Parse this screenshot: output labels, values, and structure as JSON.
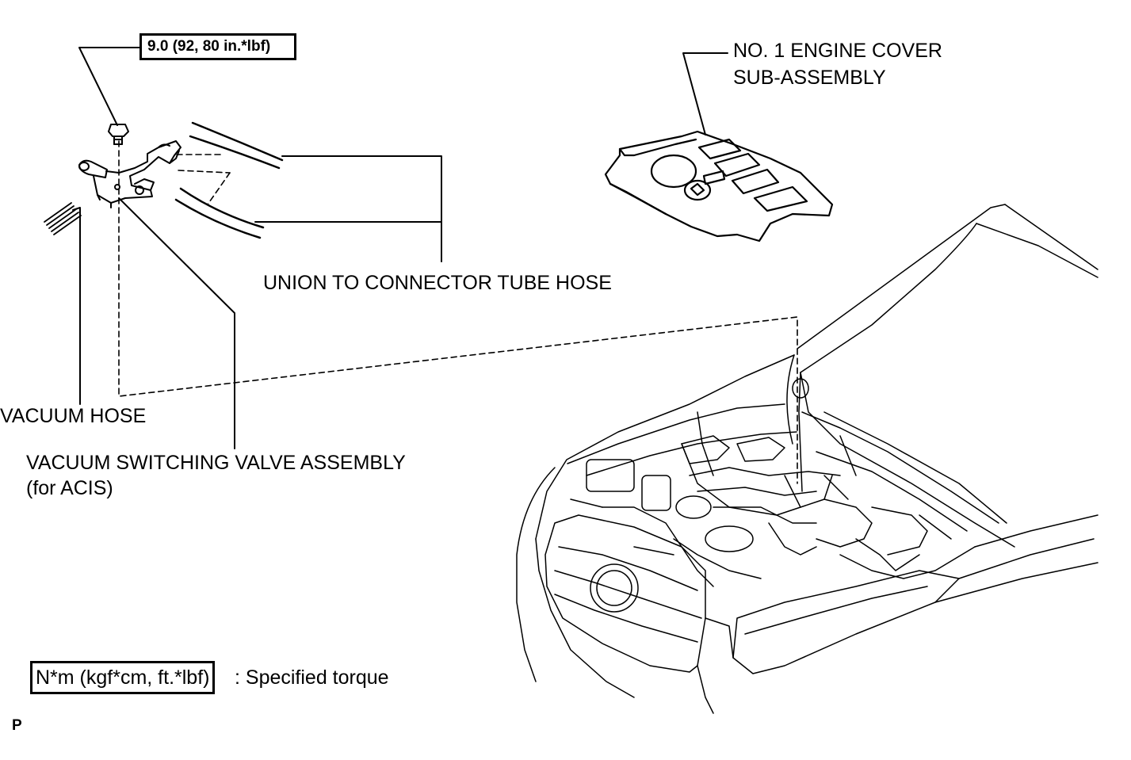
{
  "diagram": {
    "torque_spec": "9.0 (92, 80 in.*lbf)",
    "labels": {
      "engine_cover_line1": "NO. 1 ENGINE COVER",
      "engine_cover_line2": "SUB-ASSEMBLY",
      "union_hose": "UNION TO CONNECTOR TUBE HOSE",
      "vacuum_hose": "VACUUM HOSE",
      "vsv_line1": "VACUUM SWITCHING VALVE ASSEMBLY",
      "vsv_line2": "(for ACIS)"
    },
    "legend": {
      "unit_box": "N*m (kgf*cm, ft.*lbf)",
      "description": ": Specified torque"
    },
    "page_mark": "P"
  }
}
